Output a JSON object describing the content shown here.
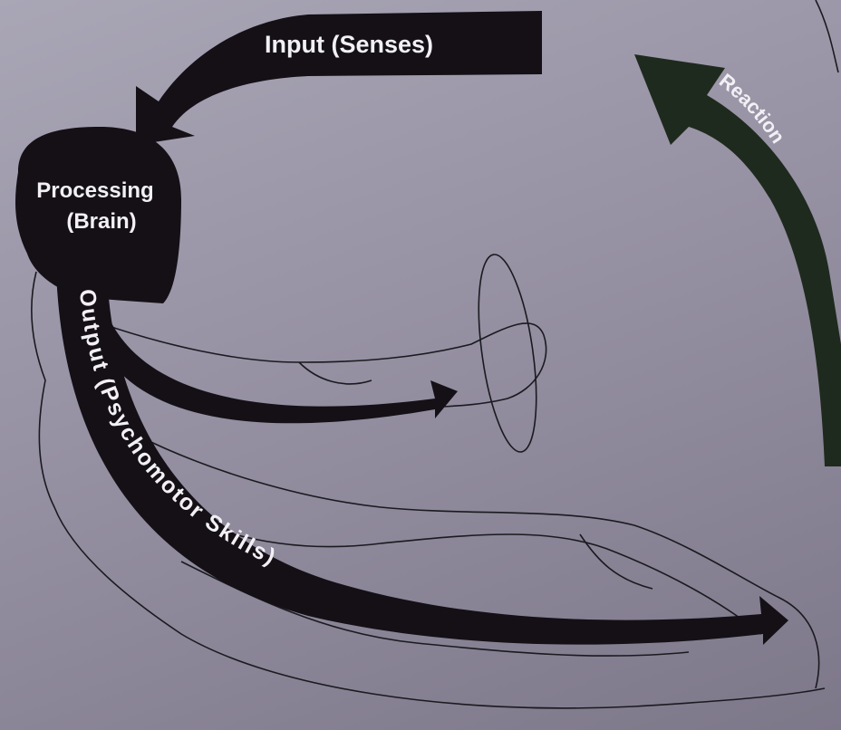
{
  "diagram": {
    "labels": {
      "input": "Input (Senses)",
      "processing_line1": "Processing",
      "processing_line2": "(Brain)",
      "output": "Output (Psychomotor Skills)",
      "reaction": "Reaction"
    },
    "colors": {
      "arrow": "#141016",
      "reaction_arrow": "#1f2a1e",
      "paper": "#9d98aa",
      "outline": "#1a1a1f",
      "text": "#f2f0f4"
    }
  }
}
